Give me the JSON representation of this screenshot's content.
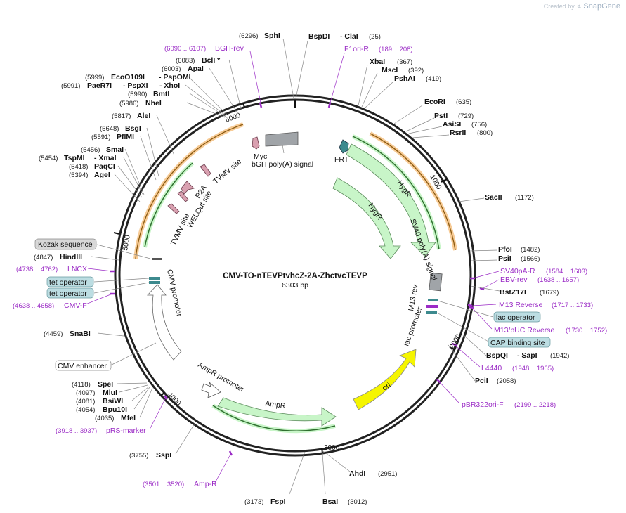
{
  "watermark": {
    "prefix": "Created by",
    "brand": "SnapGene"
  },
  "plasmid": {
    "name": "CMV-TO-nTEVPtvhcZ-2A-ZhctvcTEVP",
    "size_label": "6303 bp",
    "length": 6303
  },
  "colors": {
    "backbone": "#222222",
    "primer": "#9b2cc6",
    "arrow_fill": "#c8f5c8",
    "arrow_stroke": "#5a8a5a",
    "ori": "#f5f500",
    "gray": "#a0a4a8",
    "pink": "#d9a0b0",
    "teal": "#3d8a8e",
    "box_fill": "#bcdde2",
    "orange": "#f0a040"
  },
  "ticks": [
    "1000",
    "2000",
    "3000",
    "4000",
    "5000",
    "6000"
  ],
  "sites": [
    {
      "name": "SphI",
      "pos": "(6296)"
    },
    {
      "name": "BspDI",
      "pos": ""
    },
    {
      "name": "- ClaI",
      "pos": "(25)"
    },
    {
      "name": "XbaI",
      "pos": "(367)"
    },
    {
      "name": "MscI",
      "pos": "(392)"
    },
    {
      "name": "PshAI",
      "pos": "(419)"
    },
    {
      "name": "EcoRI",
      "pos": "(635)"
    },
    {
      "name": "PstI",
      "pos": "(729)"
    },
    {
      "name": "AsiSI",
      "pos": "(756)"
    },
    {
      "name": "RsrII",
      "pos": "(800)"
    },
    {
      "name": "SacII",
      "pos": "(1172)"
    },
    {
      "name": "PfoI",
      "pos": "(1482)"
    },
    {
      "name": "PsiI",
      "pos": "(1566)"
    },
    {
      "name": "BstZ17I",
      "pos": "(1679)"
    },
    {
      "name": "BspQI",
      "pos": ""
    },
    {
      "name": "- SapI",
      "pos": "(1942)"
    },
    {
      "name": "PciI",
      "pos": "(2058)"
    },
    {
      "name": "AhdI",
      "pos": "(2951)"
    },
    {
      "name": "BsaI",
      "pos": "(3012)"
    },
    {
      "name": "FspI",
      "pos": "(3173)"
    },
    {
      "name": "SspI",
      "pos": "(3755)"
    },
    {
      "name": "MfeI",
      "pos": "(4035)"
    },
    {
      "name": "Bpu10I",
      "pos": "(4054)"
    },
    {
      "name": "BsiWI",
      "pos": "(4081)"
    },
    {
      "name": "MluI",
      "pos": "(4097)"
    },
    {
      "name": "SpeI",
      "pos": "(4118)"
    },
    {
      "name": "SnaBI",
      "pos": "(4459)"
    },
    {
      "name": "HindIII",
      "pos": "(4847)"
    },
    {
      "name": "AgeI",
      "pos": "(5394)"
    },
    {
      "name": "PaqCI",
      "pos": "(5418)"
    },
    {
      "name": "TspMI",
      "pos": "(5454)"
    },
    {
      "name": "- XmaI",
      "pos": ""
    },
    {
      "name": "SmaI",
      "pos": "(5456)"
    },
    {
      "name": "PflMI",
      "pos": "(5591)"
    },
    {
      "name": "BsgI",
      "pos": "(5648)"
    },
    {
      "name": "AleI",
      "pos": "(5817)"
    },
    {
      "name": "NheI",
      "pos": "(5986)"
    },
    {
      "name": "BmtI",
      "pos": "(5990)"
    },
    {
      "name": "PaeR7I",
      "pos": "(5991)"
    },
    {
      "name": "- PspXI",
      "pos": ""
    },
    {
      "name": "- XhoI",
      "pos": ""
    },
    {
      "name": "EcoO109I",
      "pos": "(5999)"
    },
    {
      "name": "- PspOMI",
      "pos": ""
    },
    {
      "name": "ApaI",
      "pos": "(6003)"
    },
    {
      "name": "BclI *",
      "pos": "(6083)"
    }
  ],
  "primers": [
    {
      "name": "BGH-rev",
      "range": "(6090 .. 6107)"
    },
    {
      "name": "F1ori-R",
      "range": "(189 .. 208)"
    },
    {
      "name": "SV40pA-R",
      "range": "(1584 .. 1603)"
    },
    {
      "name": "EBV-rev",
      "range": "(1638 .. 1657)"
    },
    {
      "name": "M13 Reverse",
      "range": "(1717 .. 1733)"
    },
    {
      "name": "M13/pUC Reverse",
      "range": "(1730 .. 1752)"
    },
    {
      "name": "L4440",
      "range": "(1948 .. 1965)"
    },
    {
      "name": "pBR322ori-F",
      "range": "(2199 .. 2218)"
    },
    {
      "name": "Amp-R",
      "range": "(3501 .. 3520)"
    },
    {
      "name": "pRS-marker",
      "range": "(3918 .. 3937)"
    },
    {
      "name": "CMV-F",
      "range": "(4638 .. 4658)"
    },
    {
      "name": "LNCX",
      "range": "(4738 .. 4762)"
    }
  ],
  "boxed_features": [
    "Kozak sequence",
    "tet operator",
    "tet operator",
    "lac operator",
    "CAP binding site",
    "CMV enhancer"
  ],
  "features": [
    "HygR",
    "HygR",
    "SV40 poly(A) signal",
    "M13 rev",
    "lac promoter",
    "ori",
    "AmpR",
    "AmpR promoter",
    "CMV promoter",
    "TVMV site",
    "WELQut site",
    "P2A",
    "TVMV site",
    "Myc",
    "bGH poly(A) signal",
    "FRT"
  ]
}
